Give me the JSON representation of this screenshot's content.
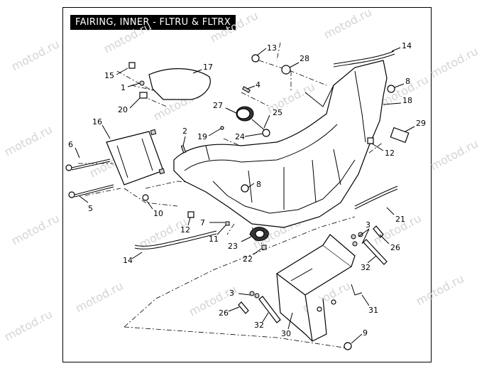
{
  "title": "FAIRING, INNER - FLTRU & FLTRX",
  "watermark": "motod.ru",
  "callouts": {
    "p1": "1",
    "p2": "2",
    "p3a": "3",
    "p3b": "3",
    "p4": "4",
    "p5": "5",
    "p6": "6",
    "p7": "7",
    "p8a": "8",
    "p8b": "8",
    "p9": "9",
    "p10": "10",
    "p11": "11",
    "p12a": "12",
    "p12b": "12",
    "p13": "13",
    "p14a": "14",
    "p14b": "14",
    "p15": "15",
    "p16": "16",
    "p17": "17",
    "p18": "18",
    "p19": "19",
    "p20": "20",
    "p21": "21",
    "p22": "22",
    "p23": "23",
    "p24": "24",
    "p25": "25",
    "p26a": "26",
    "p26b": "26",
    "p27": "27",
    "p28": "28",
    "p29": "29",
    "p30": "30",
    "p31": "31",
    "p32a": "32",
    "p32b": "32"
  }
}
